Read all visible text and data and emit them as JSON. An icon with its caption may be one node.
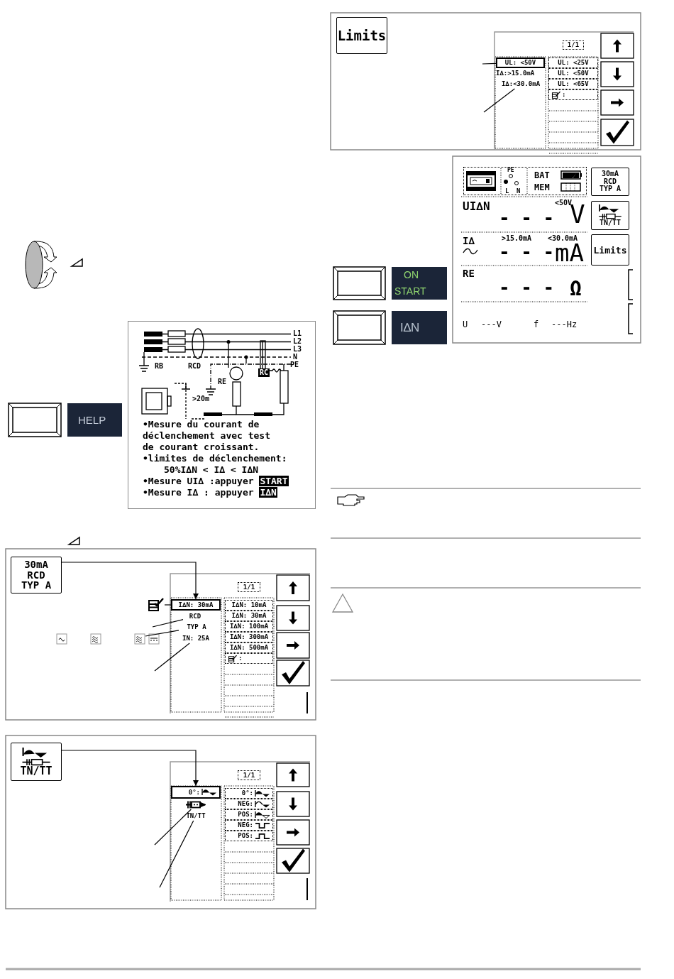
{
  "diagram": {
    "nodes": [
      {
        "text": [
          "Limits"
        ]
      },
      {
        "text": [
          "1/1"
        ]
      },
      {
        "text": [
          "UL: <50V"
        ]
      },
      {
        "text": [
          "I∆:<30.0mA"
        ]
      },
      {
        "text": [
          "UL: <25V"
        ]
      },
      {
        "text": [
          "UL: <50V"
        ]
      },
      {
        "text": [
          "UL: <65V"
        ]
      },
      {
        "text": [
          ":"
        ]
      },
      {
        "text": [
          "ON",
          "START"
        ]
      },
      {
        "text": [
          "I∆N"
        ]
      },
      {
        "text": [
          "30mA RCD TYP A"
        ]
      },
      {
        "text": [
          "TN/TT"
        ]
      },
      {
        "text": [
          "Limits"
        ]
      },
      {
        "text": [
          "PE",
          "L",
          "N",
          "BAT",
          "MEM"
        ]
      },
      {
        "text": [
          "HELP"
        ]
      },
      {
        "text": [
          "L1",
          "L2",
          "L3",
          "N",
          "RB",
          "RCD",
          "PE",
          "RC",
          "RE",
          ">20m",
          "•Mesure du courant de déclenchement avec test de courant croissant.",
          "•limites de déclenchement:",
          "50%I∆N < I∆ < I∆N",
          "•Mesure UI∆ :appuyer **START**",
          "•Mesure I∆ : appuyer **I∆N**"
        ]
      },
      {
        "text": [
          "30mA RCD TYP A"
        ]
      },
      {
        "text": [
          "1/1"
        ]
      },
      {
        "text": [],
        "shape": "picture"
      },
      {
        "text": [
          "I∆N: 30mA"
        ]
      },
      {
        "text": [
          "RCD"
        ]
      },
      {
        "text": [
          "TYP A"
        ]
      },
      {
        "text": [
          "IN: 25A"
        ]
      },
      {
        "text": [
          "I∆N: 10mA"
        ]
      },
      {
        "text": [
          "I∆N: 30mA"
        ]
      },
      {
        "text": [
          "I∆N: 100mA"
        ]
      },
      {
        "text": [
          "I∆N: 300mA"
        ]
      },
      {
        "text": [
          "I∆N: 500mA"
        ]
      },
      {
        "text": [
          ":"
        ]
      },
      {
        "text": [
          "TN/TT"
        ]
      },
      {
        "text": [
          "1/1"
        ]
      },
      {
        "text": [
          "0°:"
        ]
      },
      {
        "text": [],
        "shape": "picture"
      },
      {
        "text": [
          "TN/TT"
        ]
      },
      {
        "text": [
          "0°:"
        ]
      },
      {
        "text": [
          "NEG:"
        ]
      },
      {
        "text": [
          "POS:"
        ]
      },
      {
        "text": [
          "NEG:"
        ]
      },
      {
        "text": [
          "POS:"
        ]
      }
    ],
    "edges": [
      {
        "from": null,
        "to": 2,
        "arrow": "none"
      },
      {
        "from": null,
        "to": 3,
        "arrow": "none"
      },
      {
        "from": 16,
        "to": 19,
        "arrow": "to"
      },
      {
        "from": 18,
        "to": 19,
        "arrow": "none"
      },
      {
        "from": null,
        "to": 20,
        "arrow": "none"
      },
      {
        "from": null,
        "to": 21,
        "arrow": "none"
      },
      {
        "from": null,
        "to": 22,
        "arrow": "none"
      },
      {
        "from": 29,
        "to": 31,
        "arrow": "to"
      },
      {
        "from": null,
        "to": 32,
        "arrow": "none"
      },
      {
        "from": null,
        "to": 33,
        "arrow": "none"
      }
    ],
    "labels": [
      "I∆:>15.0mA",
      "UI∆N",
      "<50V",
      "- - -",
      "V",
      "I∆",
      ">15.0mA",
      "<30.0mA",
      "- - -",
      "mA",
      "RE",
      "- - -",
      "Ω",
      "U",
      "---V",
      "f",
      "---Hz"
    ]
  }
}
